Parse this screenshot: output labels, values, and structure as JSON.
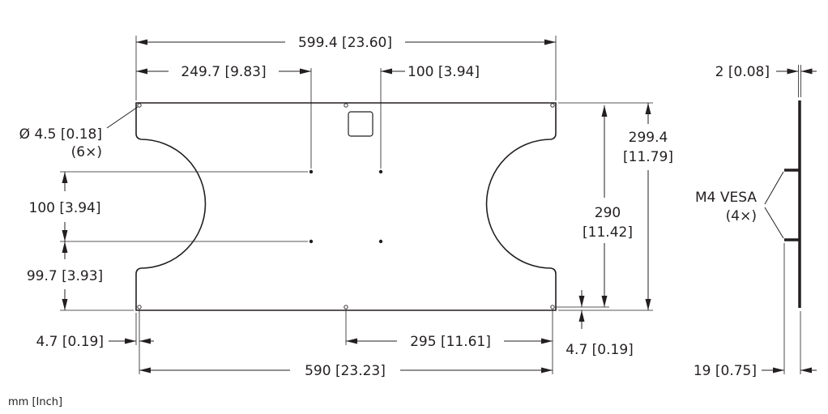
{
  "drawing": {
    "dims": {
      "overall_width": "599.4 [23.60]",
      "left_to_vesa": "249.7 [9.83]",
      "vesa_h_spacing": "100 [3.94]",
      "hole_dia_1": "Ø 4.5 [0.18]",
      "hole_dia_2": "(6×)",
      "overall_height_1": "299.4",
      "overall_height_2": "[11.79]",
      "hole_v_spacing_1": "290",
      "hole_v_spacing_2": "[11.42]",
      "vesa_v_spacing": "100 [3.94]",
      "bottom_to_vesa": "99.7 [3.93]",
      "left_edge_offset": "4.7 [0.19]",
      "center_hole_offset": "295 [11.61]",
      "bottom_edge_offset": "4.7 [0.19]",
      "hole_h_spacing": "590 [23.23]",
      "plate_thickness": "2 [0.08]",
      "vesa_label_1": "M4 VESA",
      "vesa_label_2": "(4×)",
      "side_depth": "19 [0.75]"
    },
    "units_note": "mm [Inch]"
  }
}
